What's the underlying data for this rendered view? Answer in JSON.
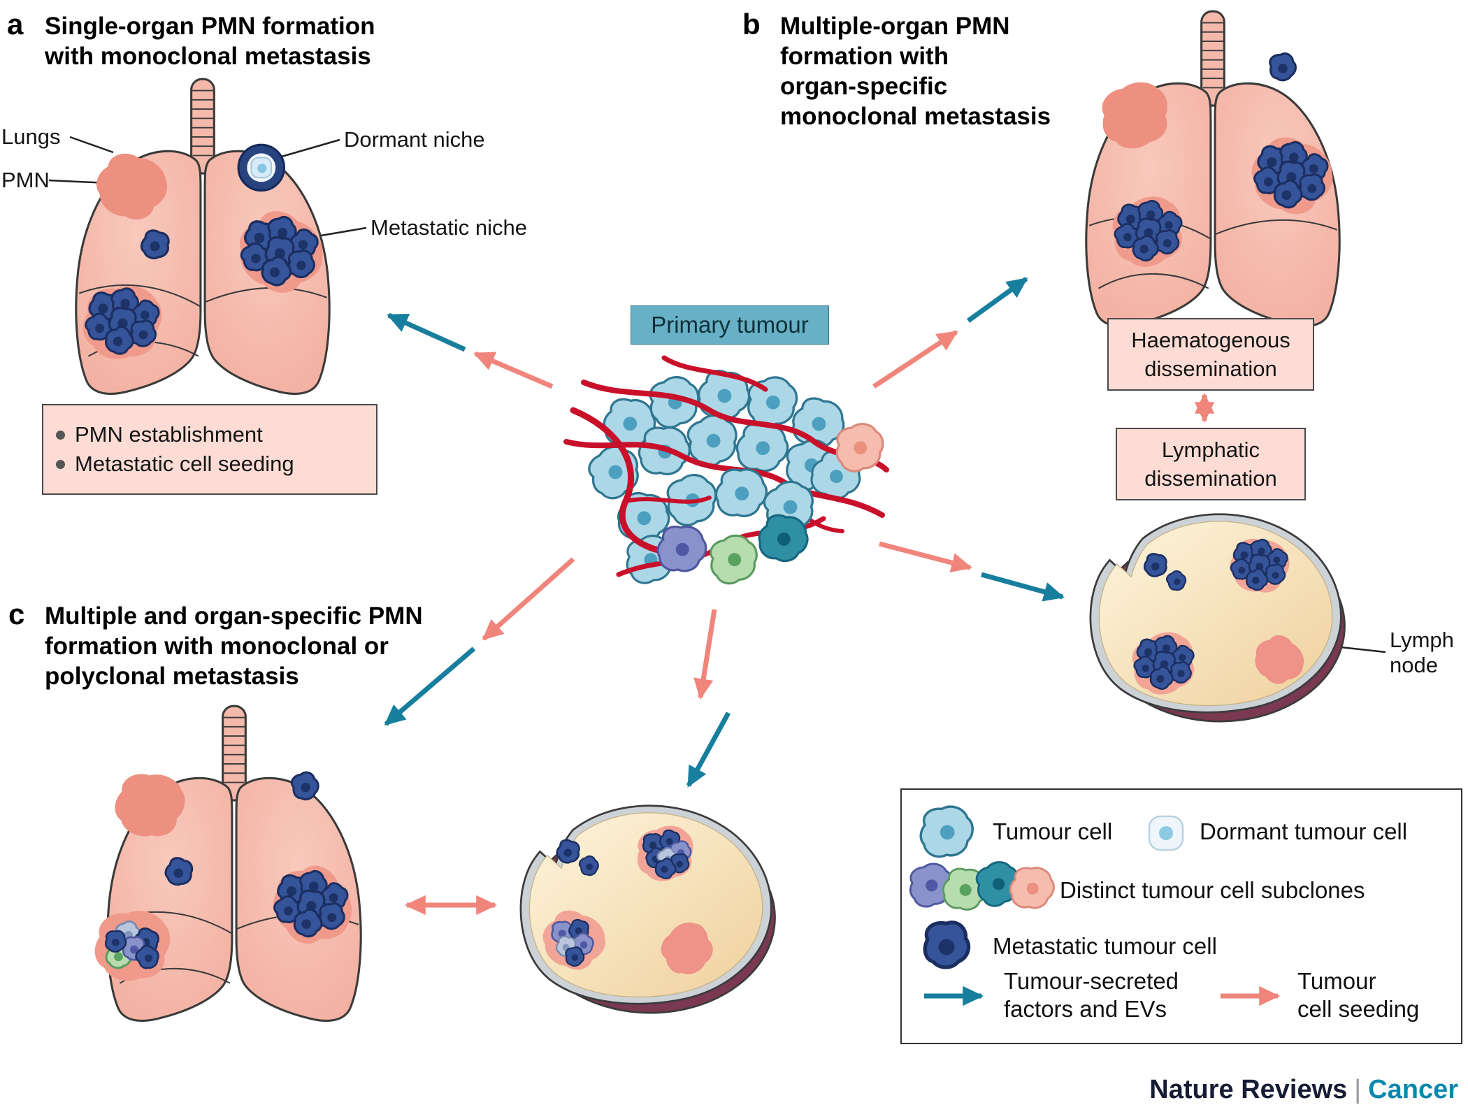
{
  "panels": {
    "a": {
      "letter": "a",
      "title_lines": [
        "Single-organ PMN formation",
        "with monoclonal metastasis"
      ],
      "labels": {
        "lungs": "Lungs",
        "pmn": "PMN",
        "dormant_niche": "Dormant niche",
        "metastatic_niche": "Metastatic niche"
      },
      "bullets": [
        "PMN establishment",
        "Metastatic cell seeding"
      ]
    },
    "b": {
      "letter": "b",
      "title_lines": [
        "Multiple-organ PMN",
        "formation with",
        "organ-specific",
        "monoclonal metastasis"
      ],
      "haematogenous_lines": [
        "Haematogenous",
        "dissemination"
      ],
      "lymphatic_lines": [
        "Lymphatic",
        "dissemination"
      ],
      "lymph_node_lines": [
        "Lymph",
        "node"
      ]
    },
    "c": {
      "letter": "c",
      "title_lines": [
        "Multiple and organ-specific PMN",
        "formation with monoclonal or",
        "polyclonal metastasis"
      ]
    }
  },
  "center": {
    "primary_tumour": "Primary tumour"
  },
  "legend": {
    "tumour_cell": "Tumour cell",
    "dormant_tumour_cell": "Dormant tumour cell",
    "distinct_subclones": "Distinct tumour cell subclones",
    "metastatic_tumour_cell": "Metastatic tumour cell",
    "tumour_secreted_lines": [
      "Tumour-secreted",
      "factors and EVs"
    ],
    "tumour_seeding_lines": [
      "Tumour",
      "cell seeding"
    ]
  },
  "footer": {
    "brand": "Nature Reviews",
    "separator": "|",
    "journal": "Cancer"
  },
  "colors": {
    "teal_arrow": "#177f9d",
    "salmon_arrow": "#f0857b",
    "lung_pink": "#f6bbae",
    "pmn_patch": "#ed9080",
    "niche_patch": "#f09a8c",
    "metastatic_cell": "#35549a",
    "tumour_cell": "#abd7e7",
    "node_fill": "#f8ecca",
    "node_rim": "#7a3950",
    "primary_tumour_box": "#67b0c5"
  }
}
